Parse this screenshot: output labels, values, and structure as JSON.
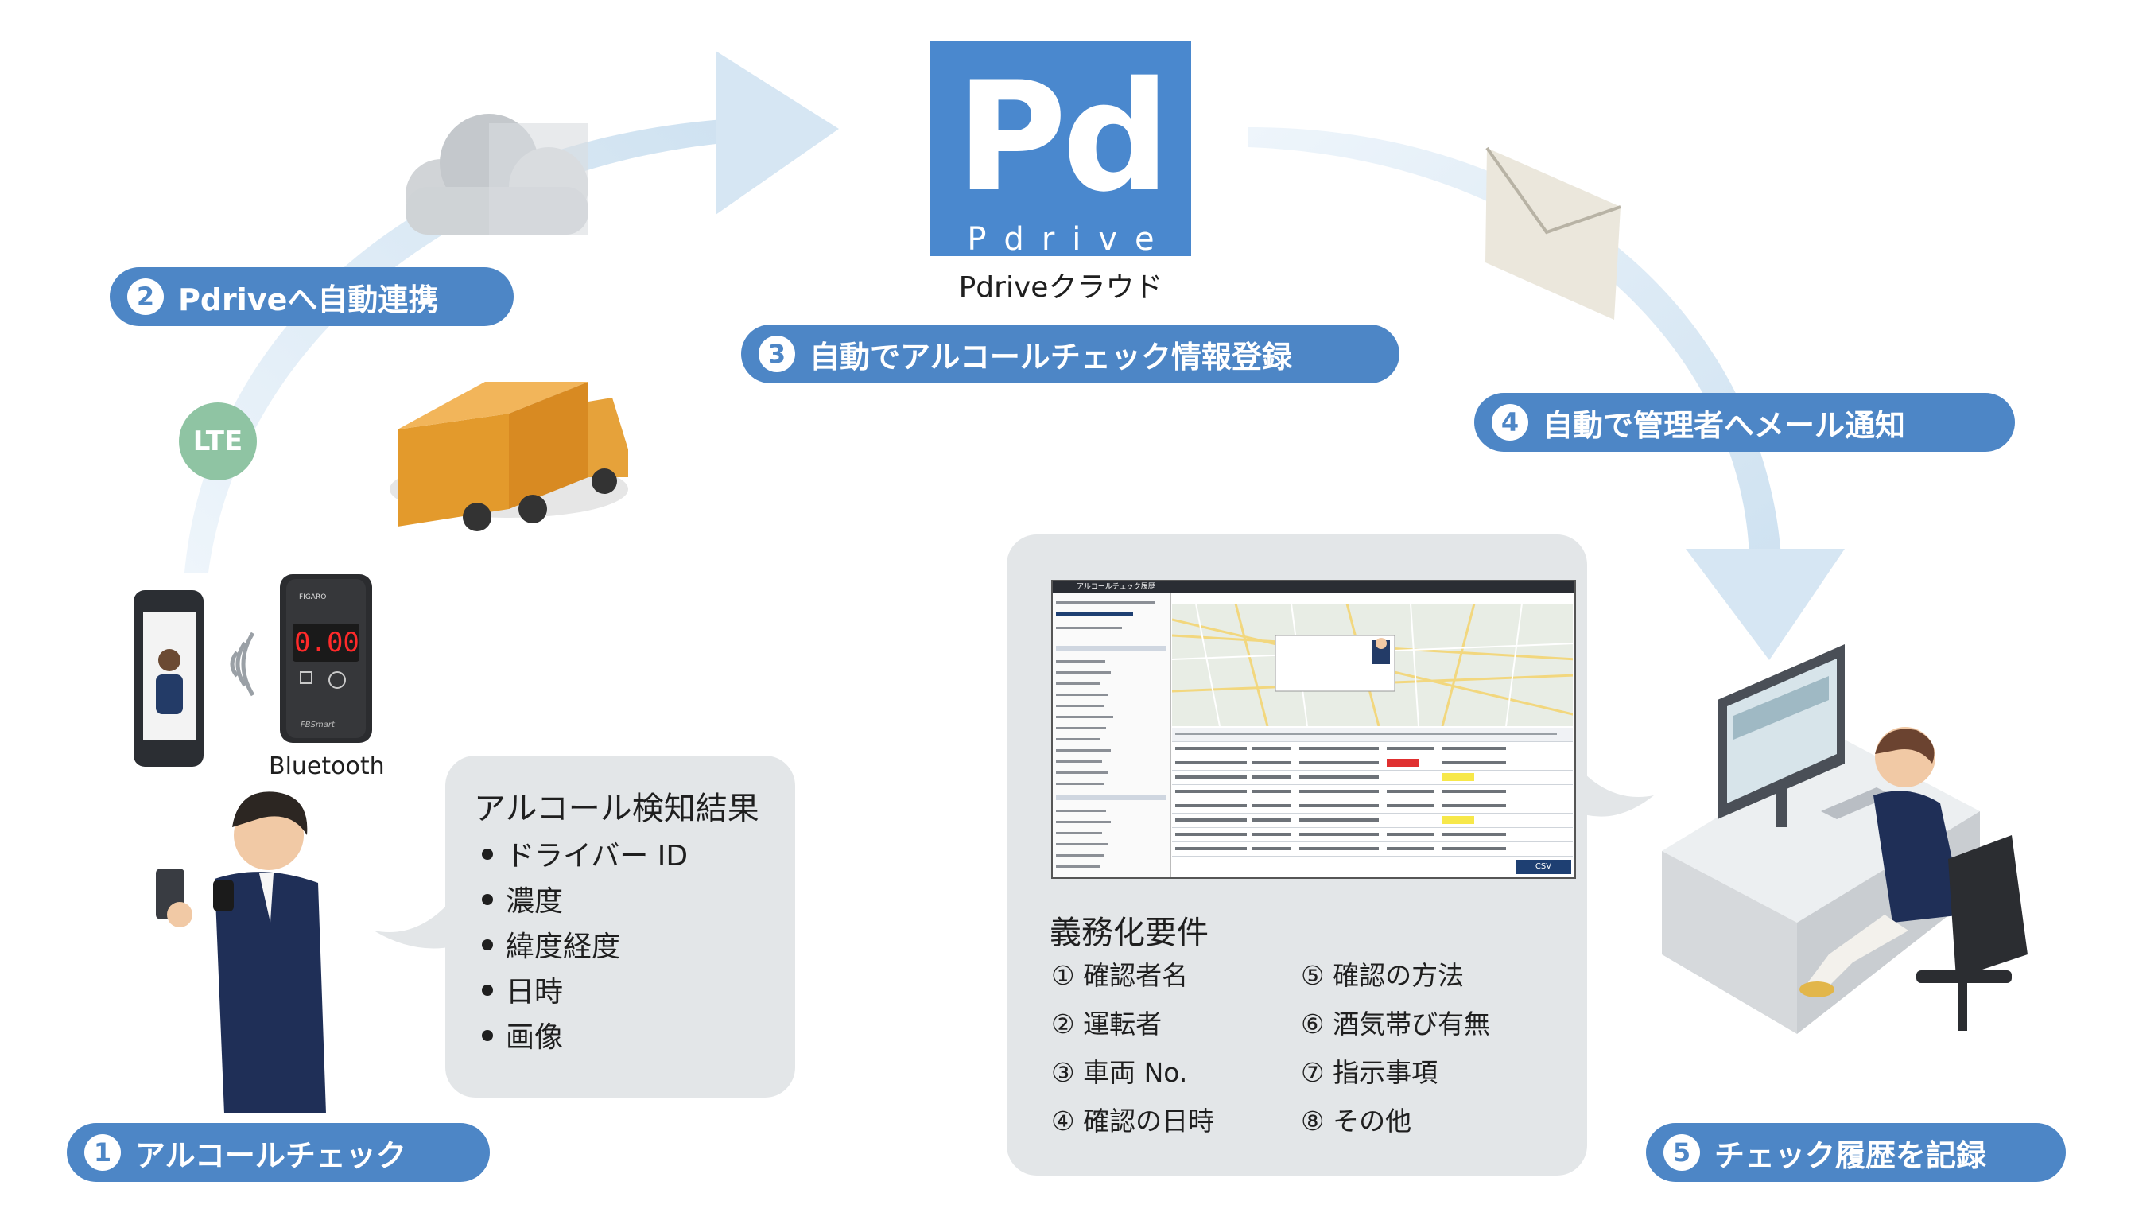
{
  "steps": [
    {
      "num": "1",
      "label": "アルコールチェック"
    },
    {
      "num": "2",
      "label": "Pdriveへ自動連携"
    },
    {
      "num": "3",
      "label": "自動でアルコールチェック情報登録"
    },
    {
      "num": "4",
      "label": "自動で管理者へメール通知"
    },
    {
      "num": "5",
      "label": "チェック履歴を記録"
    }
  ],
  "logo": {
    "big": "Pd",
    "sub": "Pdrive",
    "caption": "Pdriveクラウド"
  },
  "badges": {
    "lte": "LTE",
    "bluetooth": "Bluetooth"
  },
  "device": {
    "display": "0.00",
    "brand": "FIGARO",
    "model": "FBSmart"
  },
  "detection": {
    "title": "アルコール検知結果",
    "items": [
      "ドライバー ID",
      "濃度",
      "緯度経度",
      "日時",
      "画像"
    ]
  },
  "requirements": {
    "title": "義務化要件",
    "left": [
      "① 確認者名",
      "② 運転者",
      "③ 車両 No.",
      "④ 確認の日時"
    ],
    "right": [
      "⑤ 確認の方法",
      "⑥ 酒気帯び有無",
      "⑦ 指示事項",
      "⑧ その他"
    ]
  },
  "screenshot": {
    "title": "アルコールチェック履歴",
    "csv": "CSV"
  },
  "colors": {
    "accent": "#4d86c6",
    "arrow": "#d6e6f3",
    "panel": "#e3e6e8",
    "lte": "#8fc4a3"
  }
}
